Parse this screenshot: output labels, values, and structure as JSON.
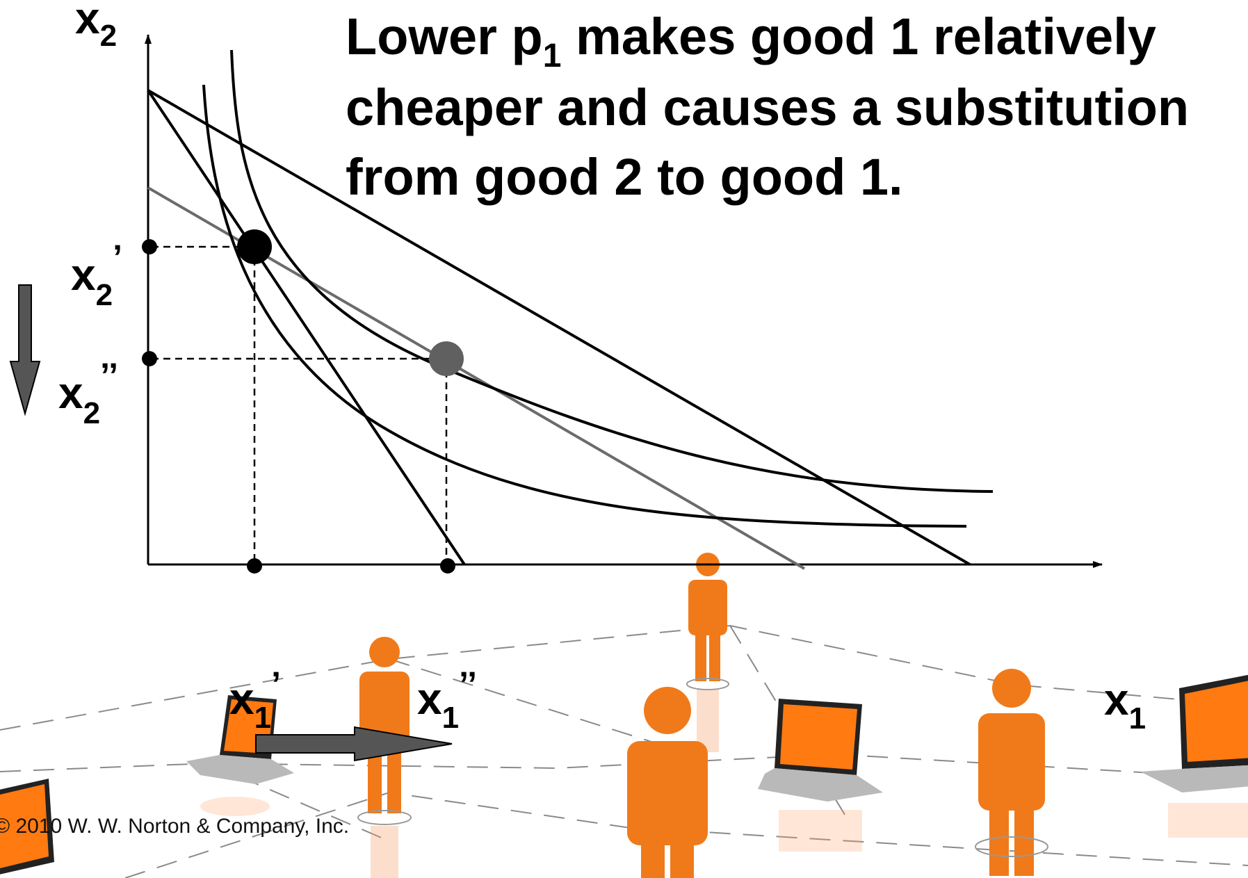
{
  "title": {
    "line1_pre": "Lower p",
    "line1_sub": "1",
    "line1_post": " makes good 1 relatively",
    "line2": "cheaper and causes a substitution",
    "line3": "from good 2 to good 1."
  },
  "axes": {
    "y_main": "x",
    "y_sub": "2",
    "x_main": "x",
    "x_sub": "1"
  },
  "labels": {
    "x2_prime": {
      "main": "x",
      "sub": "2",
      "mark": "’"
    },
    "x2_dprime": {
      "main": "x",
      "sub": "2",
      "mark": "’’"
    },
    "x1_prime": {
      "main": "x",
      "sub": "1",
      "mark": "’"
    },
    "x1_dprime": {
      "main": "x",
      "sub": "1",
      "mark": "’’"
    }
  },
  "copyright": "© 2010 W. W. Norton & Company, Inc.",
  "colors": {
    "ink": "#000000",
    "gray_line": "#6b6b6b",
    "gray_point": "#606060",
    "arrow_fill": "#555555",
    "figure_orange": "#f07a1a",
    "laptop_screen": "#ff7a10",
    "laptop_body": "#b9b9b9"
  },
  "icons": [
    "person-figure-icon",
    "laptop-icon",
    "down-arrow-icon",
    "right-arrow-icon"
  ]
}
